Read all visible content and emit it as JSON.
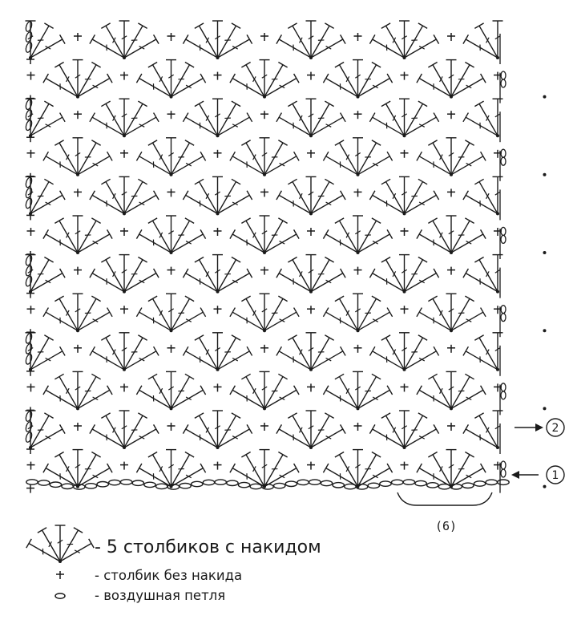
{
  "diagram": {
    "title": "",
    "fan_rows": 12,
    "fans_per_row": 5,
    "stitches_per_fan": 5,
    "foundation_chain_count": 41,
    "repeat_label": "(6)",
    "row_markers": [
      {
        "number": "1",
        "direction": "right-to-left",
        "row": 1
      },
      {
        "number": "2",
        "direction": "left-to-right",
        "row": 2
      }
    ],
    "stitch_color": "#1a1a1a"
  },
  "legend": {
    "fan_label": "- 5 столбиков с накидом",
    "sc_label": "- столбик без накида",
    "chain_label": "- воздушная петля"
  }
}
